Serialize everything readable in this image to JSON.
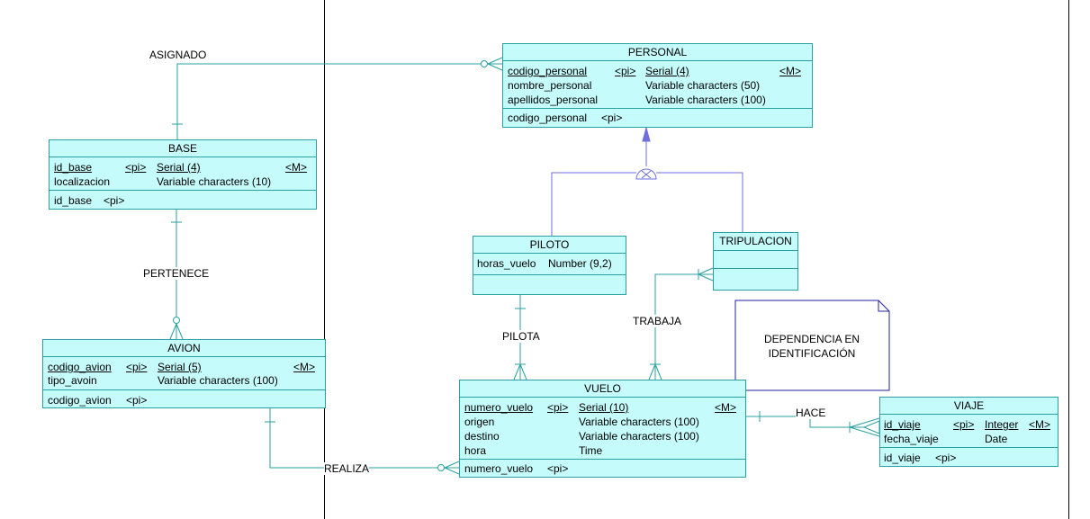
{
  "colors": {
    "entity_fill": "#c6fbfb",
    "entity_border": "#2aa0a0",
    "line": "#2aa0a0",
    "inherit": "#6f6fe0",
    "note_border": "#22229a"
  },
  "entities": {
    "personal": {
      "title": "PERSONAL",
      "attrs": [
        {
          "name": "codigo_personal",
          "pi": "<pi>",
          "type": "Serial (4)",
          "m": "<M>"
        },
        {
          "name": "nombre_personal",
          "pi": "",
          "type": "Variable characters (50)",
          "m": ""
        },
        {
          "name": "apellidos_personal",
          "pi": "",
          "type": "Variable characters (100)",
          "m": ""
        }
      ],
      "identifier": {
        "name": "codigo_personal",
        "pi": "<pi>"
      }
    },
    "base": {
      "title": "BASE",
      "attrs": [
        {
          "name": "id_base",
          "pi": "<pi>",
          "type": "Serial (4)",
          "m": "<M>"
        },
        {
          "name": "localizacion",
          "pi": "",
          "type": "Variable characters (10)",
          "m": ""
        }
      ],
      "identifier": {
        "name": "id_base",
        "pi": "<pi>"
      }
    },
    "avion": {
      "title": "AVION",
      "attrs": [
        {
          "name": "codigo_avion",
          "pi": "<pi>",
          "type": "Serial (5)",
          "m": "<M>"
        },
        {
          "name": "tipo_avoin",
          "pi": "",
          "type": "Variable characters (100)",
          "m": ""
        }
      ],
      "identifier": {
        "name": "codigo_avion",
        "pi": "<pi>"
      }
    },
    "piloto": {
      "title": "PILOTO",
      "attrs": [
        {
          "name": "horas_vuelo",
          "pi": "",
          "type": "Number (9,2)",
          "m": ""
        }
      ]
    },
    "tripulacion": {
      "title": "TRIPULACION"
    },
    "vuelo": {
      "title": "VUELO",
      "attrs": [
        {
          "name": "numero_vuelo",
          "pi": "<pi>",
          "type": "Serial (10)",
          "m": "<M>"
        },
        {
          "name": "origen",
          "pi": "",
          "type": "Variable characters (100)",
          "m": ""
        },
        {
          "name": "destino",
          "pi": "",
          "type": "Variable characters (100)",
          "m": ""
        },
        {
          "name": "hora",
          "pi": "",
          "type": "Time",
          "m": ""
        }
      ],
      "identifier": {
        "name": "numero_vuelo",
        "pi": "<pi>"
      }
    },
    "viaje": {
      "title": "VIAJE",
      "attrs": [
        {
          "name": "id_viaje",
          "pi": "<pi>",
          "type": "Integer",
          "m": "<M>"
        },
        {
          "name": "fecha_viaje",
          "pi": "",
          "type": "Date",
          "m": ""
        }
      ],
      "identifier": {
        "name": "id_viaje",
        "pi": "<pi>"
      }
    }
  },
  "relationships": {
    "asignado": "ASIGNADO",
    "pertenece": "PERTENECE",
    "realiza": "REALIZA",
    "pilota": "PILOTA",
    "trabaja": "TRABAJA",
    "hace": "HACE"
  },
  "note": {
    "line1": "DEPENDENCIA EN",
    "line2": "IDENTIFICACIÓN"
  }
}
